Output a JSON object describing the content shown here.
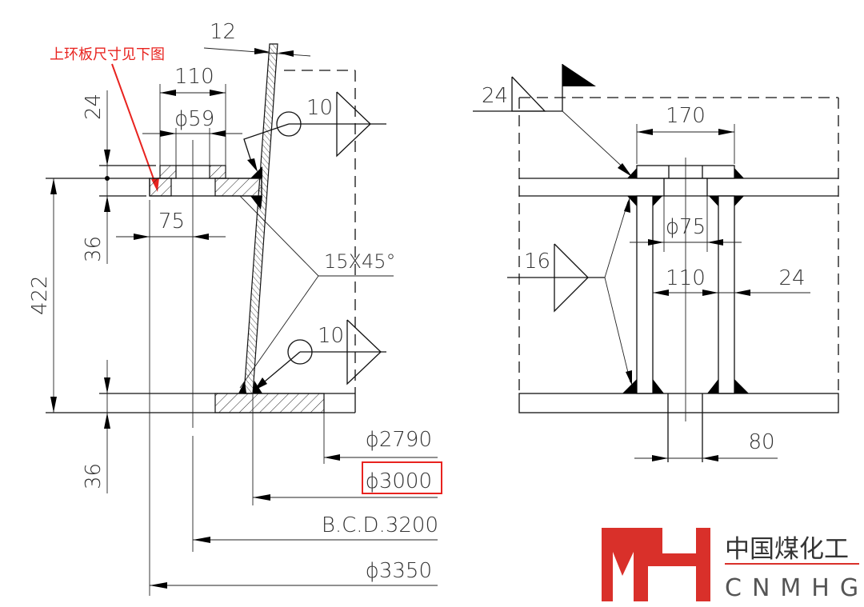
{
  "colors": {
    "annotation": "#e8231f",
    "logo_red": "#d9302a",
    "ink": "#111111"
  },
  "left_view": {
    "note": "上环板尺寸见下图",
    "dims": {
      "shell_thk": "12",
      "washer_width": "110",
      "hole": "ϕ59",
      "top_thk": "24",
      "plate_thk": "36",
      "offset": "75",
      "height": "422",
      "bottom_thk": "36",
      "chamfer": "15X45°",
      "weld_top": "10",
      "weld_bottom": "10"
    },
    "diameters": {
      "d2790": "ϕ2790",
      "d3000": "ϕ3000",
      "bcd": "B.C.D.3200",
      "d3350": "ϕ3350"
    }
  },
  "right_view": {
    "dims": {
      "weld_flag": "24",
      "washer_width": "170",
      "hole": "ϕ75",
      "rib_gap": "110",
      "rib_thk": "24",
      "weld_rib": "16",
      "bottom_hole": "80"
    }
  },
  "logo": {
    "mark": "MH",
    "name_cn": "中国煤化工",
    "name_en": "CNMHG"
  }
}
